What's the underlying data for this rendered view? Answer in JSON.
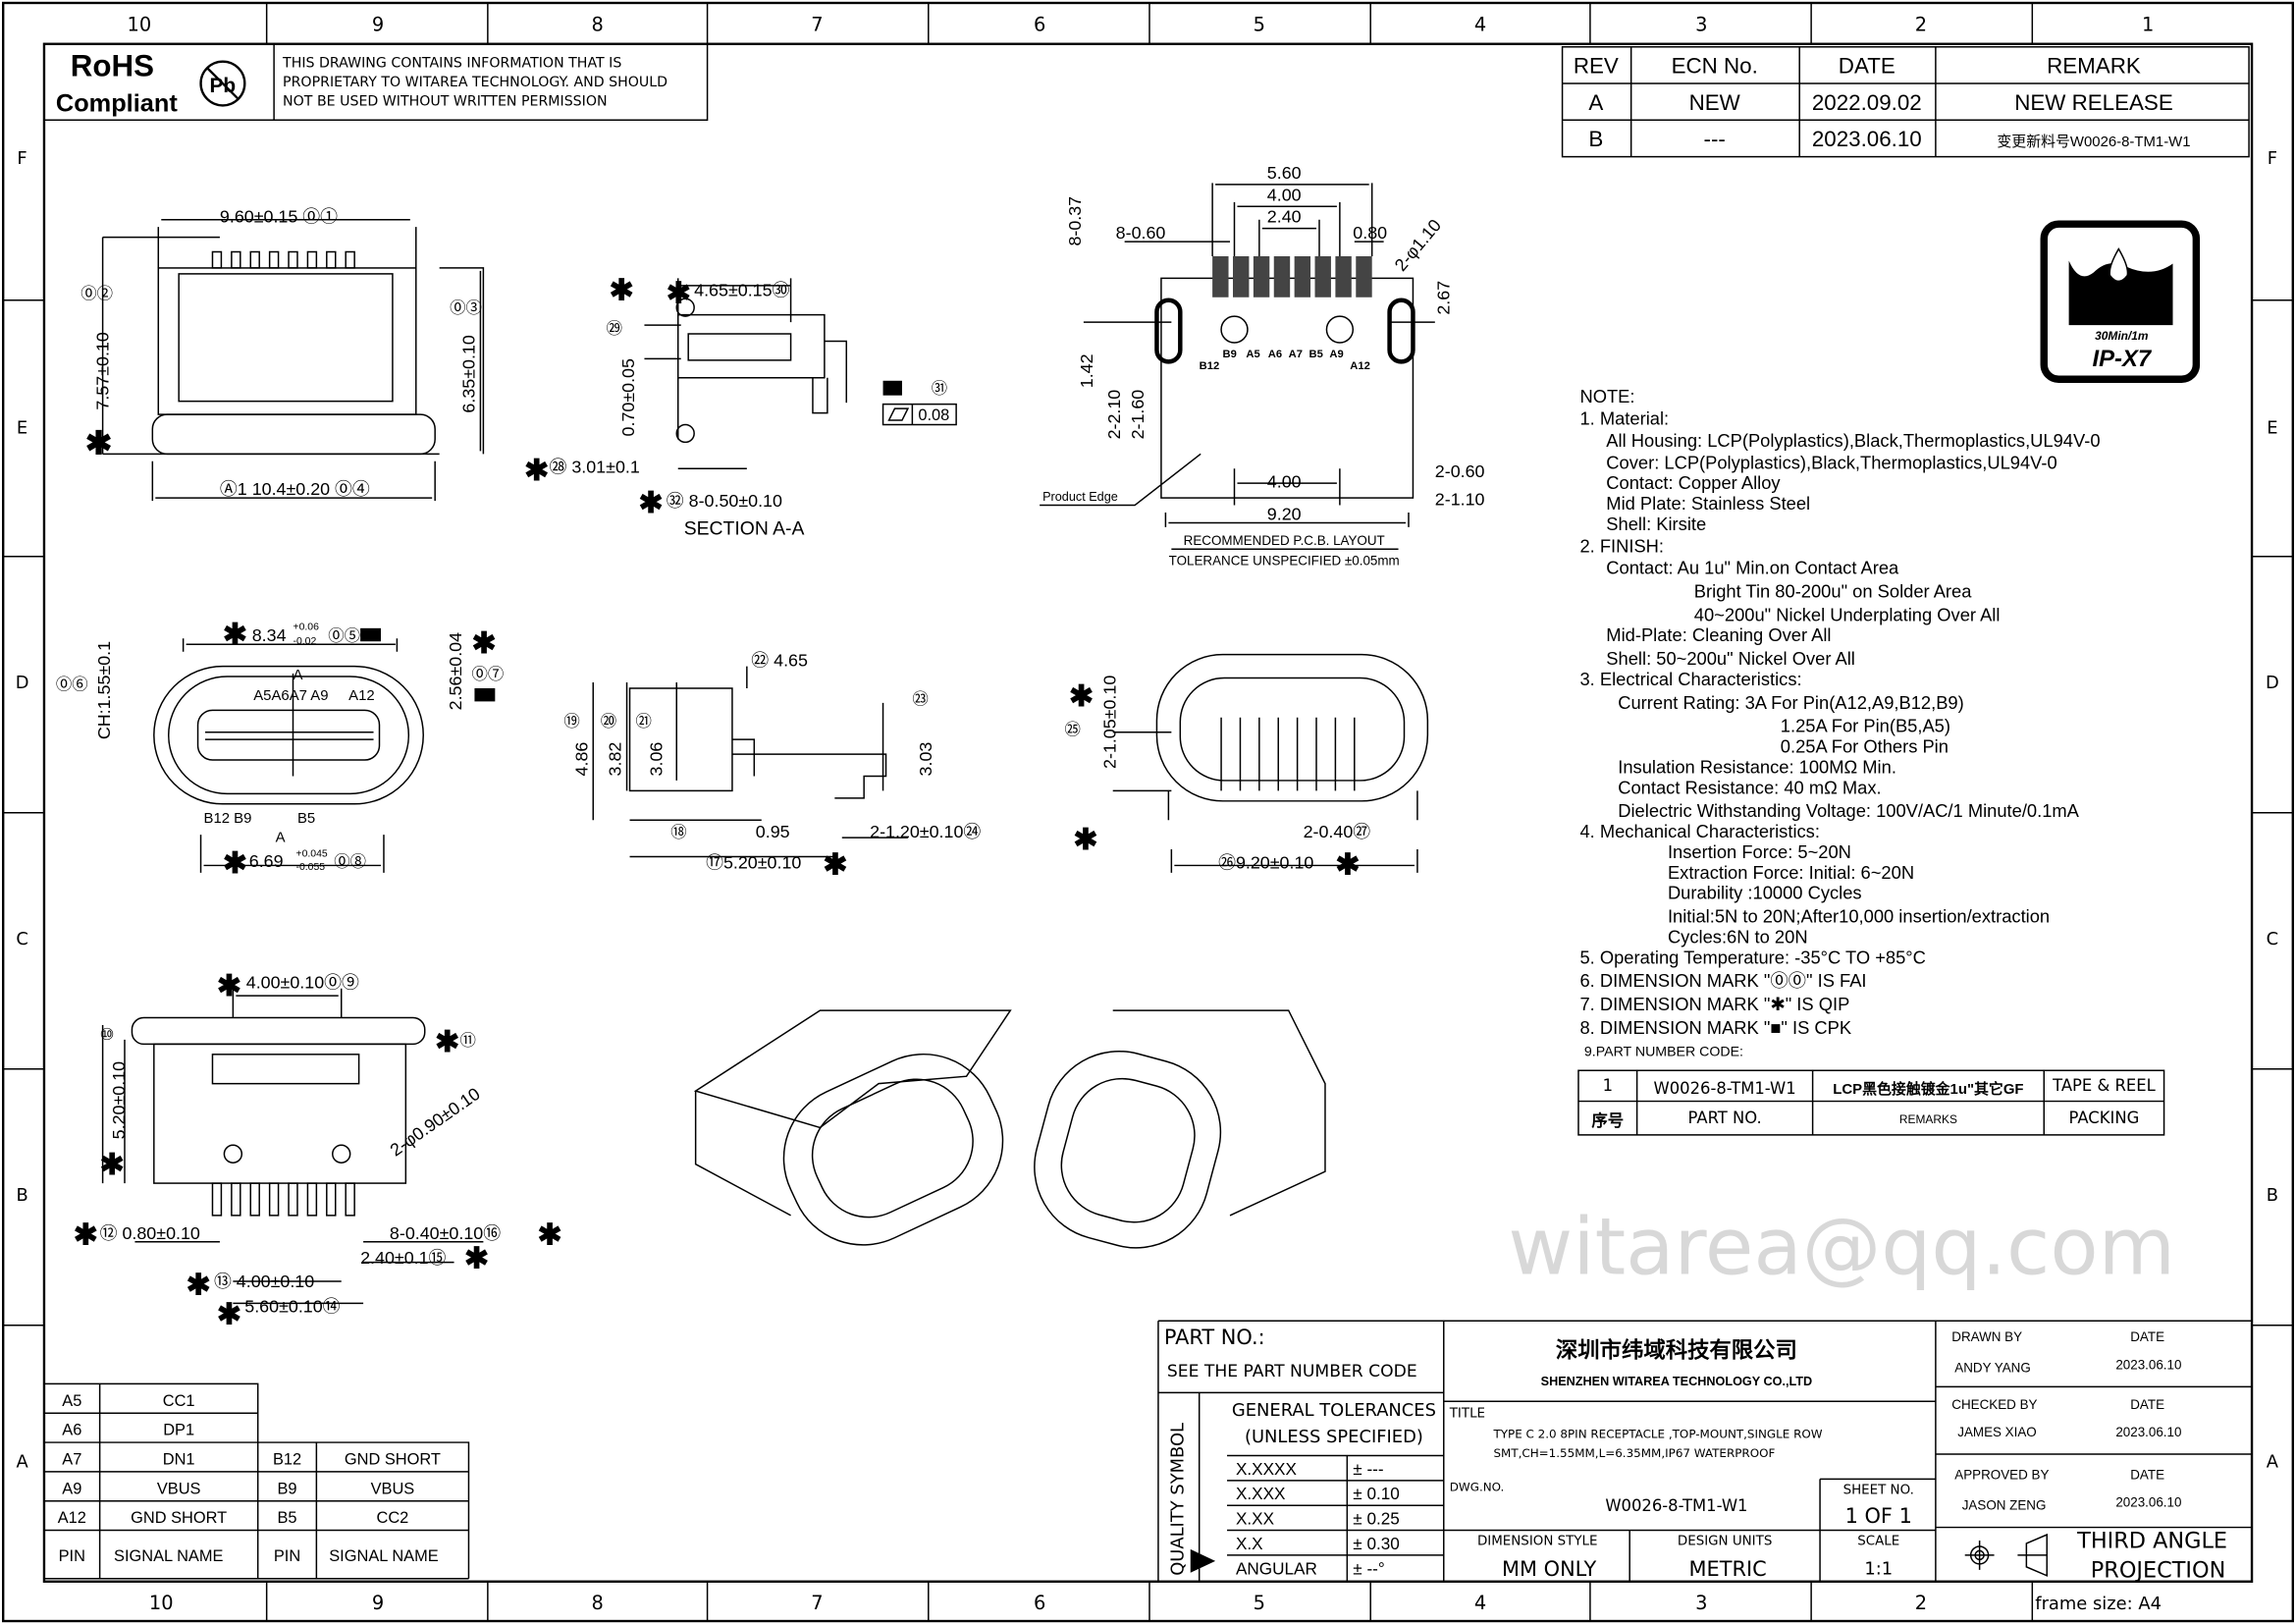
{
  "frame": {
    "columns": [
      "10",
      "9",
      "8",
      "7",
      "6",
      "5",
      "4",
      "3",
      "2",
      "1"
    ],
    "rows": [
      "F",
      "E",
      "D",
      "C",
      "B",
      "A"
    ],
    "frame_size": "frame size: A4"
  },
  "header": {
    "rohs": "RoHS",
    "compliant": "Compliant",
    "pb": "Pb",
    "notice": [
      "THIS DRAWING CONTAINS INFORMATION THAT IS",
      "PROPRIETARY TO  WITAREA TECHNOLOGY. AND SHOULD",
      "NOT BE USED WITHOUT WRITTEN PERMISSION"
    ]
  },
  "revision": {
    "headers": [
      "REV",
      "ECN No.",
      "DATE",
      "REMARK"
    ],
    "rows": [
      [
        "A",
        "NEW",
        "2022.09.02",
        "NEW RELEASE"
      ],
      [
        "B",
        "---",
        "2023.06.10",
        "变更新料号W0026-8-TM1-W1"
      ]
    ]
  },
  "ip_badge": {
    "depth": "30Min/1m",
    "rating": "IP-X7"
  },
  "watermark": "witarea@qq.com",
  "views": {
    "front": [
      "9.60±0.15 ⓪①",
      "⓪②",
      "7.57±0.10",
      "⓪③",
      "6.35±0.10",
      "Ⓐ1 10.4±0.20 ⓪④"
    ],
    "section": [
      "4.65±0.15㉚",
      "㉙",
      "0.70±0.05",
      "㉛",
      "0.08",
      "㉘ 3.01±0.1",
      "㉜ 8-0.50±0.10",
      "SECTION  A-A"
    ],
    "pcb": [
      "5.60",
      "4.00",
      "2.40",
      "8-0.60",
      "0.80",
      "8-0.37",
      "2-φ1.10",
      "2.67",
      "1.42",
      "2-2.10",
      "2-1.60",
      "4.00",
      "2-0.60",
      "2-1.10",
      "9.20",
      "Product Edge",
      "RECOMMENDED   P.C.B.  LAYOUT",
      "TOLERANCE UNSPECIFIED ±0.05mm"
    ],
    "pcb_pins": [
      "B12",
      "B9",
      "A5",
      "A6",
      "A7",
      "B5",
      "A9",
      "A12"
    ],
    "mating": [
      "8.34",
      "+0.06",
      "-0.02",
      "⓪⑤",
      "⓪⑥",
      "CH:1.55±0.1",
      "2.56±0.04",
      "⓪⑦",
      "A",
      "A5A6A7 A9",
      "A12",
      "B12  B9",
      "B5",
      "A",
      "6.69",
      "+0.045",
      "-0.055",
      "⓪⑧"
    ],
    "side": [
      "㉒ 4.65",
      "㉓",
      "⑲",
      "4.86",
      "⑳",
      "3.82",
      "㉑",
      "3.06",
      "3.03",
      "⑱",
      "0.95",
      "2-1.20±0.10㉔",
      "⑰5.20±0.10"
    ],
    "end": [
      "㉕",
      "2-1.05±0.10",
      "2-0.40㉗",
      "㉖9.20±0.10"
    ],
    "bottom": [
      "4.00±0.10⓪⑨",
      "⑩",
      "⑪",
      "2-φ0.90±0.10",
      "5.20±0.10",
      "⑫ 0.80±0.10",
      "8-0.40±0.10⑯",
      "2.40±0.1⑮",
      "⑬ 4.00±0.10",
      "5.60±0.10⑭"
    ]
  },
  "notes": [
    "NOTE:",
    "1.  Material:",
    "All  Housing:  LCP(Polyplastics),Black,Thermoplastics,UL94V-0",
    "Cover:  LCP(Polyplastics),Black,Thermoplastics,UL94V-0",
    "Contact:  Copper  Alloy",
    "Mid  Plate:  Stainless  Steel",
    "Shell:  Kirsite",
    "2.  FINISH:",
    "Contact:  Au  1u\"  Min.on  Contact  Area",
    "Bright  Tin  80-200u\"  on  Solder  Area",
    "40~200u\"  Nickel  Underplating  Over  All",
    "Mid-Plate:  Cleaning  Over  All",
    "Shell:  50~200u\"  Nickel  Over  All",
    "3.  Electrical  Characteristics:",
    "Current  Rating:  3A  For  Pin(A12,A9,B12,B9)",
    "1.25A  For  Pin(B5,A5)",
    "0.25A  For  Others  Pin",
    "Insulation  Resistance:  100MΩ  Min.",
    "Contact  Resistance:  40  mΩ  Max.",
    "Dielectric  Withstanding  Voltage:  100V/AC/1  Minute/0.1mA",
    "4.  Mechanical  Characteristics:",
    "Insertion  Force:  5~20N",
    "Extraction  Force:  Initial:  6~20N",
    "Durability  :10000  Cycles",
    "Initial:5N  to  20N;After10,000  insertion/extraction",
    "Cycles:6N  to  20N",
    "5.  Operating  Temperature:  -35°C  TO  +85°C",
    "6.  DIMENSION  MARK  \"⓪⓪\"  IS  FAI",
    "7.  DIMENSION  MARK  \"✱\"  IS  QIP",
    "8.  DIMENSION  MARK  \"■\"  IS  CPK",
    "9.PART NUMBER CODE:"
  ],
  "part_code": {
    "row": [
      "1",
      "W0026-8-TM1-W1",
      "LCP黑色接触镀金1u\"其它GF",
      "TAPE  &  REEL"
    ],
    "headers": [
      "序号",
      "PART  NO.",
      "REMARKS",
      "PACKING"
    ]
  },
  "pin_table": {
    "left": [
      [
        "A5",
        "CC1"
      ],
      [
        "A6",
        "DP1"
      ],
      [
        "A7",
        "DN1"
      ],
      [
        "A9",
        "VBUS"
      ],
      [
        "A12",
        "GND SHORT"
      ]
    ],
    "right": [
      [
        "B12",
        "GND SHORT"
      ],
      [
        "B9",
        "VBUS"
      ],
      [
        "B5",
        "CC2"
      ]
    ],
    "headers": [
      "PIN",
      "SIGNAL NAME",
      "PIN",
      "SIGNAL NAME"
    ]
  },
  "title_block": {
    "part_no_label": "PART  NO.:",
    "part_no_value": "SEE  THE  PART  NUMBER  CODE",
    "company_cn": "深圳市纬域科技有限公司",
    "company_en": "SHENZHEN WITAREA TECHNOLOGY CO.,LTD",
    "quality_symbol": "QUALITY  SYMBOL",
    "general_tol": "GENERAL  TOLERANCES",
    "unless": "(UNLESS  SPECIFIED)",
    "tolerances": [
      [
        "X.XXXX",
        "± ---"
      ],
      [
        "X.XXX",
        "± 0.10"
      ],
      [
        "X.XX",
        "± 0.25"
      ],
      [
        "X.X",
        "± 0.30"
      ],
      [
        "ANGULAR",
        "± --°"
      ]
    ],
    "title_label": "TITLE",
    "title_lines": [
      "TYPE  C  2.0  8PIN  RECEPTACLE  ,TOP-MOUNT,SINGLE  ROW",
      "SMT,CH=1.55MM,L=6.35MM,IP67  WATERPROOF"
    ],
    "dwg_label": "DWG.NO.",
    "dwg_no": "W0026-8-TM1-W1",
    "sheet_label": "SHEET  NO.",
    "sheet": "1  OF  1",
    "dim_style_label": "DIMENSION  STYLE",
    "dim_style": "MM  ONLY",
    "units_label": "DESIGN  UNITS",
    "units": "METRIC",
    "scale_label": "SCALE",
    "scale": "1:1",
    "drawn_by_label": "DRAWN  BY",
    "drawn_by": "ANDY  YANG",
    "checked_by_label": "CHECKED  BY",
    "checked_by": "JAMES  XIAO",
    "approved_by_label": "APPROVED  BY",
    "approved_by": "JASON  ZENG",
    "date_label": "DATE",
    "date": "2023.06.10",
    "projection": [
      "THIRD  ANGLE",
      "PROJECTION"
    ]
  }
}
